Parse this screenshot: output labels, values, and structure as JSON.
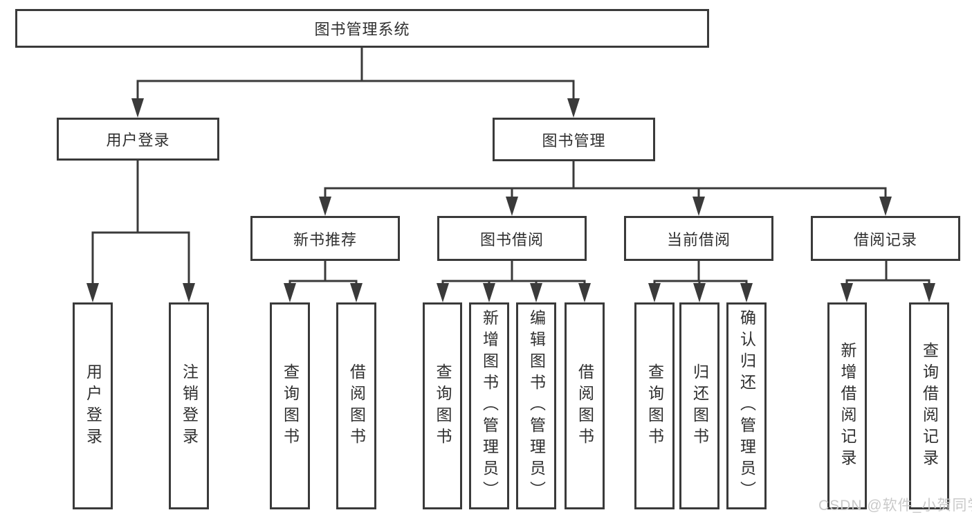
{
  "diagram": {
    "root": {
      "label": "图书管理系统"
    },
    "branches": [
      {
        "label": "用户登录",
        "children": [
          {
            "label": "用户登录"
          },
          {
            "label": "注销登录"
          }
        ]
      },
      {
        "label": "图书管理",
        "children": [
          {
            "label": "新书推荐",
            "children": [
              {
                "label": "查询图书"
              },
              {
                "label": "借阅图书"
              }
            ]
          },
          {
            "label": "图书借阅",
            "children": [
              {
                "label": "查询图书"
              },
              {
                "label": "新增图书（管理员）"
              },
              {
                "label": "编辑图书（管理员）"
              },
              {
                "label": "借阅图书"
              }
            ]
          },
          {
            "label": "当前借阅",
            "children": [
              {
                "label": "查询图书"
              },
              {
                "label": "归还图书"
              },
              {
                "label": "确认归还（管理员）"
              }
            ]
          },
          {
            "label": "借阅记录",
            "children": [
              {
                "label": "新增借阅记录"
              },
              {
                "label": "查询借阅记录"
              }
            ]
          }
        ]
      }
    ]
  },
  "watermark": {
    "text": "CSDN @软件_小贺同学",
    "color": "#c9c9c9"
  },
  "colors": {
    "line": "#3a3a3a",
    "box_border": "#3a3a3a",
    "text": "#2f2f2f",
    "background": "#ffffff"
  }
}
